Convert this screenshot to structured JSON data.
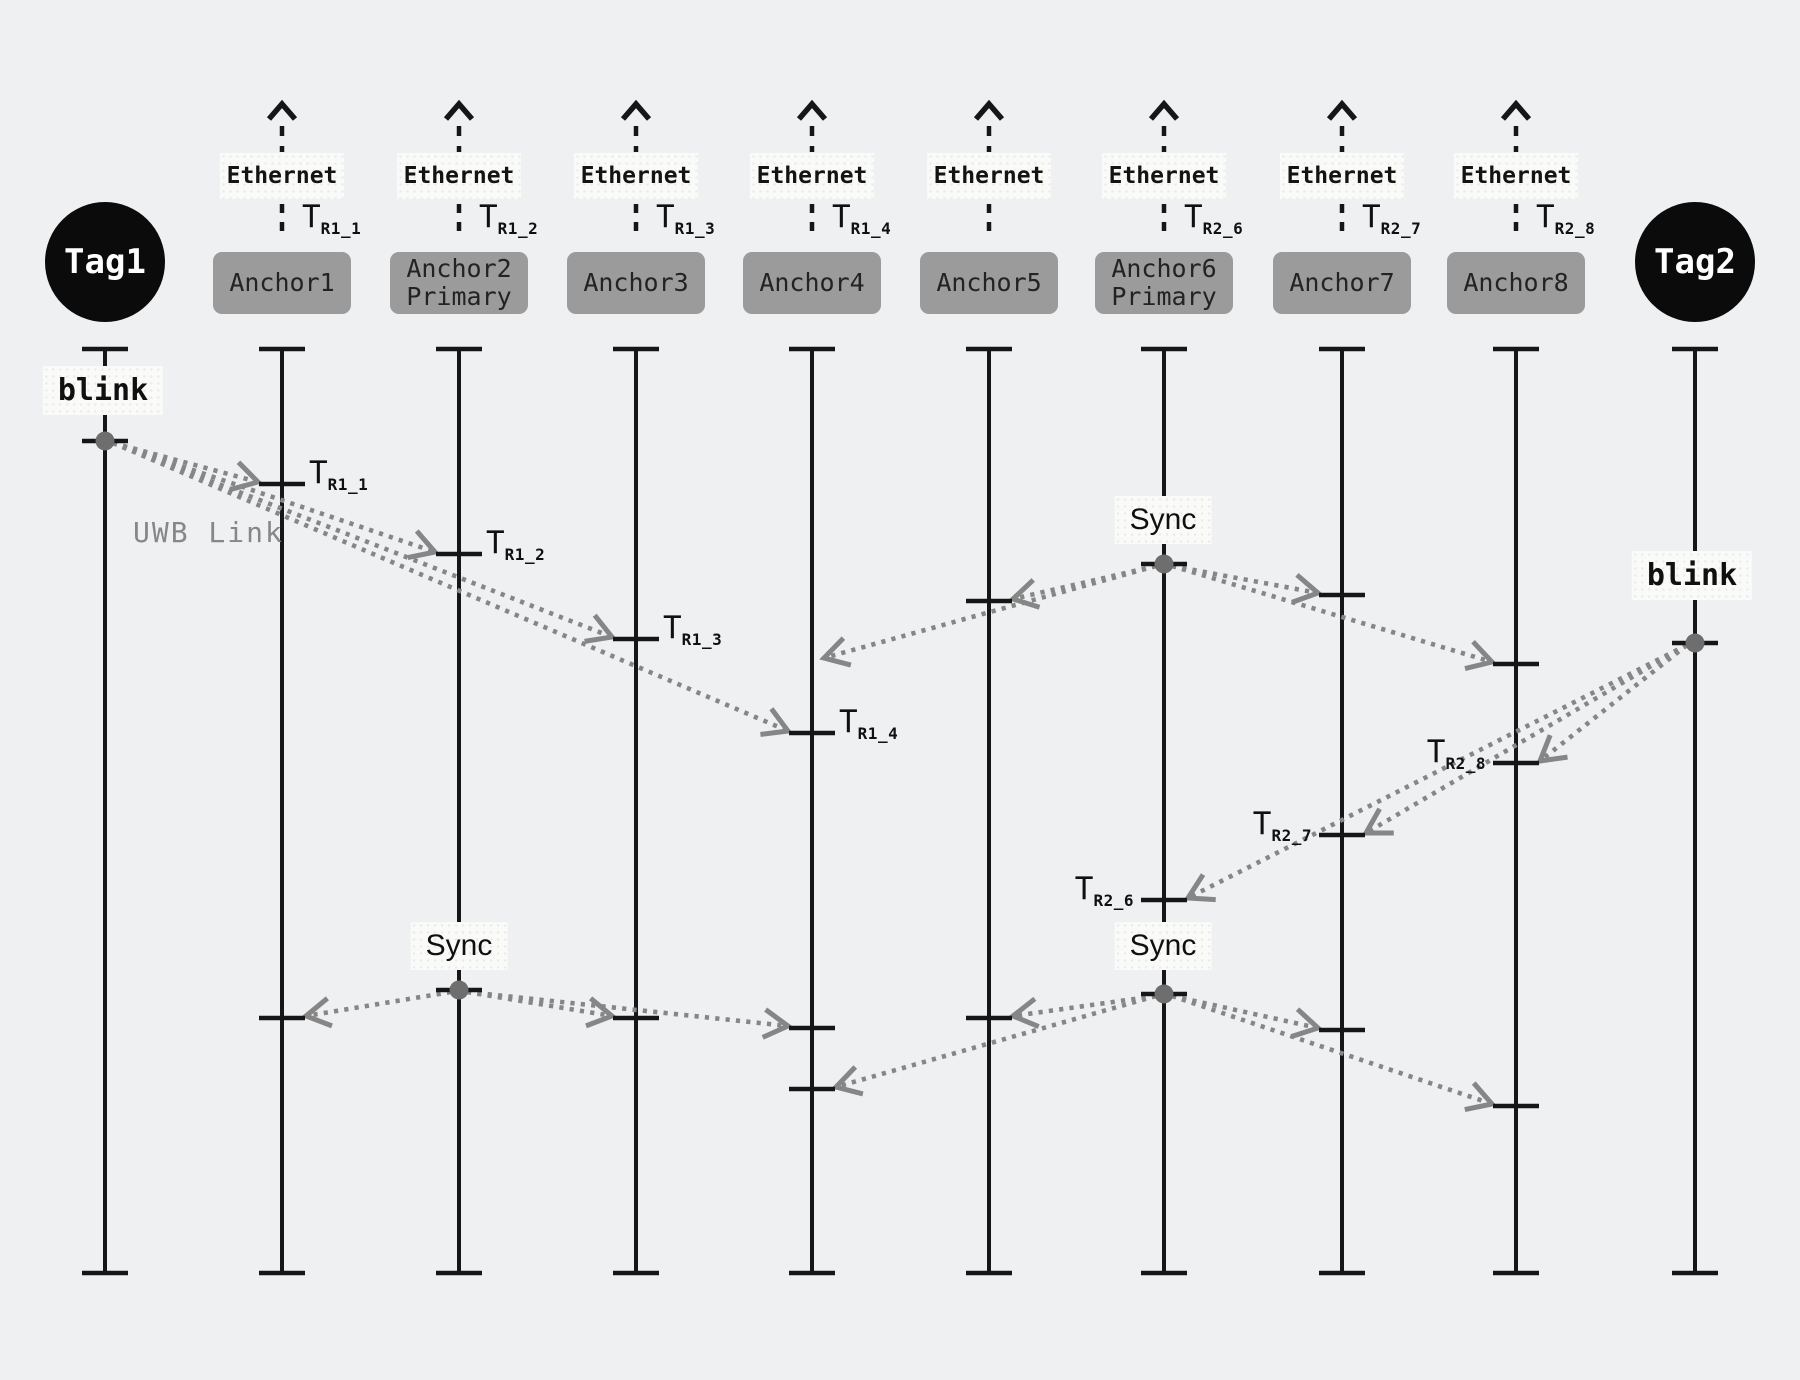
{
  "diagram": {
    "title_hint": "UWB TDoA blink/sync sequence",
    "colors": {
      "background": "#eef0f2",
      "anchor_box": "#9b9b9b",
      "tag_circle": "#0b0b0b",
      "label_bg": "#fafaf9",
      "arrow_gray": "#868686",
      "line_black": "#161616",
      "muted_text": "#878787",
      "dot_gray": "#6e6e6e"
    },
    "ethernet_label": "Ethernet",
    "uwb_link_label": "UWB Link",
    "tags": [
      {
        "name": "Tag1",
        "event_label": "blink"
      },
      {
        "name": "Tag2",
        "event_label": "blink"
      }
    ],
    "anchors": [
      {
        "name": "Anchor1",
        "role": "",
        "t_main": "T",
        "t_sub": "R1_1"
      },
      {
        "name": "Anchor2",
        "role": "Primary",
        "t_main": "T",
        "t_sub": "R1_2"
      },
      {
        "name": "Anchor3",
        "role": "",
        "t_main": "T",
        "t_sub": "R1_3"
      },
      {
        "name": "Anchor4",
        "role": "",
        "t_main": "T",
        "t_sub": "R1_4"
      },
      {
        "name": "Anchor5",
        "role": "",
        "t_main": "",
        "t_sub": ""
      },
      {
        "name": "Anchor6",
        "role": "Primary",
        "t_main": "T",
        "t_sub": "R2_6"
      },
      {
        "name": "Anchor7",
        "role": "",
        "t_main": "T",
        "t_sub": "R2_7"
      },
      {
        "name": "Anchor8",
        "role": "",
        "t_main": "T",
        "t_sub": "R2_8"
      }
    ],
    "events": [
      {
        "id": "tag1-blink",
        "label": "blink",
        "source": "Tag1",
        "receive_marks": [
          {
            "anchor": "Anchor1",
            "t_main": "T",
            "t_sub": "R1_1"
          },
          {
            "anchor": "Anchor2",
            "t_main": "T",
            "t_sub": "R1_2"
          },
          {
            "anchor": "Anchor3",
            "t_main": "T",
            "t_sub": "R1_3"
          },
          {
            "anchor": "Anchor4",
            "t_main": "T",
            "t_sub": "R1_4"
          }
        ]
      },
      {
        "id": "sync-anchor6-first",
        "label": "Sync",
        "source": "Anchor6",
        "receive_marks": [
          {
            "anchor": "Anchor5",
            "t_main": "",
            "t_sub": ""
          },
          {
            "anchor": "Anchor4",
            "t_main": "",
            "t_sub": ""
          },
          {
            "anchor": "Anchor7",
            "t_main": "",
            "t_sub": ""
          },
          {
            "anchor": "Anchor8",
            "t_main": "",
            "t_sub": ""
          }
        ]
      },
      {
        "id": "tag2-blink",
        "label": "blink",
        "source": "Tag2",
        "receive_marks": [
          {
            "anchor": "Anchor8",
            "t_main": "T",
            "t_sub": "R2_8"
          },
          {
            "anchor": "Anchor7",
            "t_main": "T",
            "t_sub": "R2_7"
          },
          {
            "anchor": "Anchor6",
            "t_main": "T",
            "t_sub": "R2_6"
          }
        ]
      },
      {
        "id": "sync-anchor2-second",
        "label": "Sync",
        "source": "Anchor2",
        "receive_marks": [
          {
            "anchor": "Anchor1",
            "t_main": "",
            "t_sub": ""
          },
          {
            "anchor": "Anchor3",
            "t_main": "",
            "t_sub": ""
          },
          {
            "anchor": "Anchor4",
            "t_main": "",
            "t_sub": ""
          }
        ]
      },
      {
        "id": "sync-anchor6-second",
        "label": "Sync",
        "source": "Anchor6",
        "receive_marks": [
          {
            "anchor": "Anchor5",
            "t_main": "",
            "t_sub": ""
          },
          {
            "anchor": "Anchor4",
            "t_main": "",
            "t_sub": ""
          },
          {
            "anchor": "Anchor7",
            "t_main": "",
            "t_sub": ""
          },
          {
            "anchor": "Anchor8",
            "t_main": "",
            "t_sub": ""
          }
        ]
      }
    ]
  }
}
